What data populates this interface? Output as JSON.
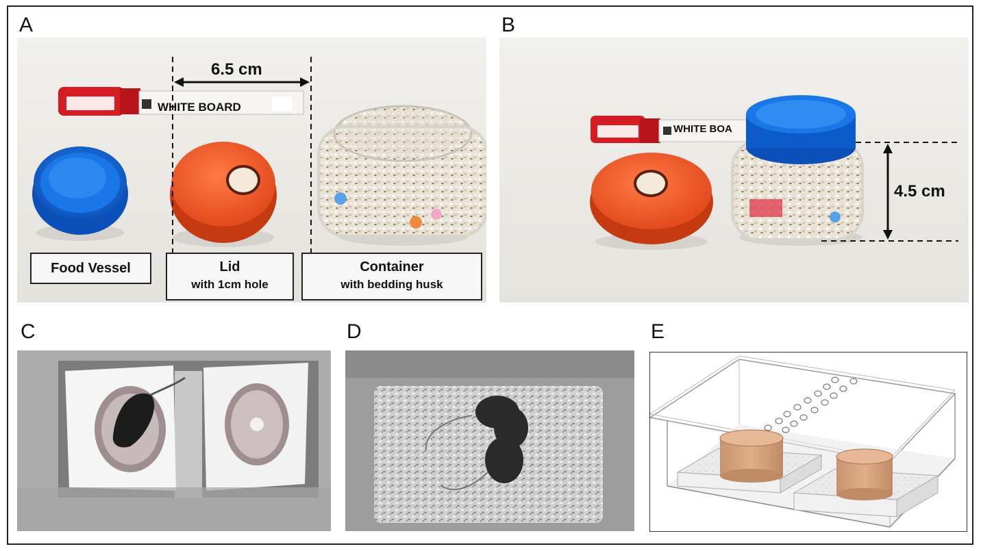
{
  "panels": {
    "a": {
      "letter": "A",
      "marker_text": "WHITE BOARD",
      "width_label": "6.5 cm",
      "captions": {
        "food_vessel": "Food Vessel",
        "lid_title": "Lid",
        "lid_sub": "with 1cm hole",
        "container_title": "Container",
        "container_sub": "with bedding husk"
      }
    },
    "b": {
      "letter": "B",
      "marker_text": "WHITE BOA",
      "height_label": "4.5 cm"
    },
    "c": {
      "letter": "C"
    },
    "d": {
      "letter": "D"
    },
    "e": {
      "letter": "E"
    }
  },
  "colors": {
    "blue_cap": "#1466d6",
    "orange_lid": "#f0582a",
    "marker_red": "#d41c22",
    "cork": "#d8a47c",
    "photo_bg": "#ecebe8"
  }
}
